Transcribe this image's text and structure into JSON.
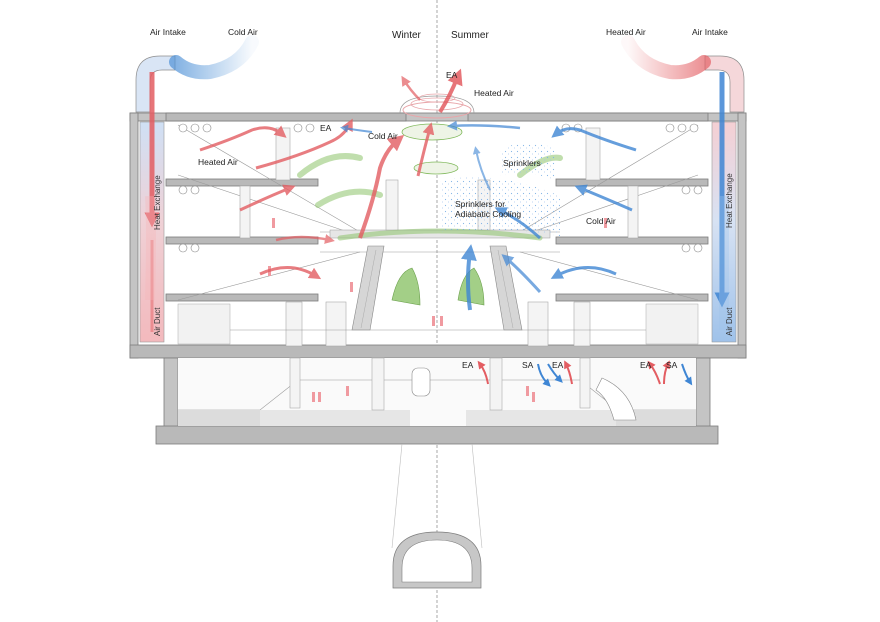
{
  "colors": {
    "warm": "#e35d62",
    "cool": "#4b8fd6",
    "structure": "#b9b9b9",
    "greenery": "#7fb85a"
  },
  "seasons": {
    "left": "Winter",
    "right": "Summer"
  },
  "labels": {
    "left_air_intake": "Air Intake",
    "left_cold_air": "Cold Air",
    "right_heated_air": "Heated Air",
    "right_air_intake": "Air Intake",
    "top_ea": "EA",
    "top_heated_air": "Heated Air",
    "atrium_ea": "EA",
    "atrium_cold_air": "Cold Air",
    "left_heated_air": "Heated Air",
    "sprinklers": "Sprinklers",
    "sprinklers_adiabatic": "Sprinklers for\nAdiabatic Cooling",
    "right_cold_air": "Cold Air",
    "heat_exchange_left": "Heat Exchange",
    "heat_exchange_right": "Heat Exchange",
    "air_duct_left": "Air Duct",
    "air_duct_right": "Air Duct",
    "platform_ea_1": "EA",
    "platform_sa_1": "SA",
    "platform_ea_2": "EA",
    "platform_ea_3": "EA",
    "platform_sa_2": "SA"
  },
  "icons": [
    "warm-air-arrow",
    "cool-air-arrow",
    "tunnel-section",
    "people-silhouette",
    "escalator",
    "ceiling-fan"
  ]
}
